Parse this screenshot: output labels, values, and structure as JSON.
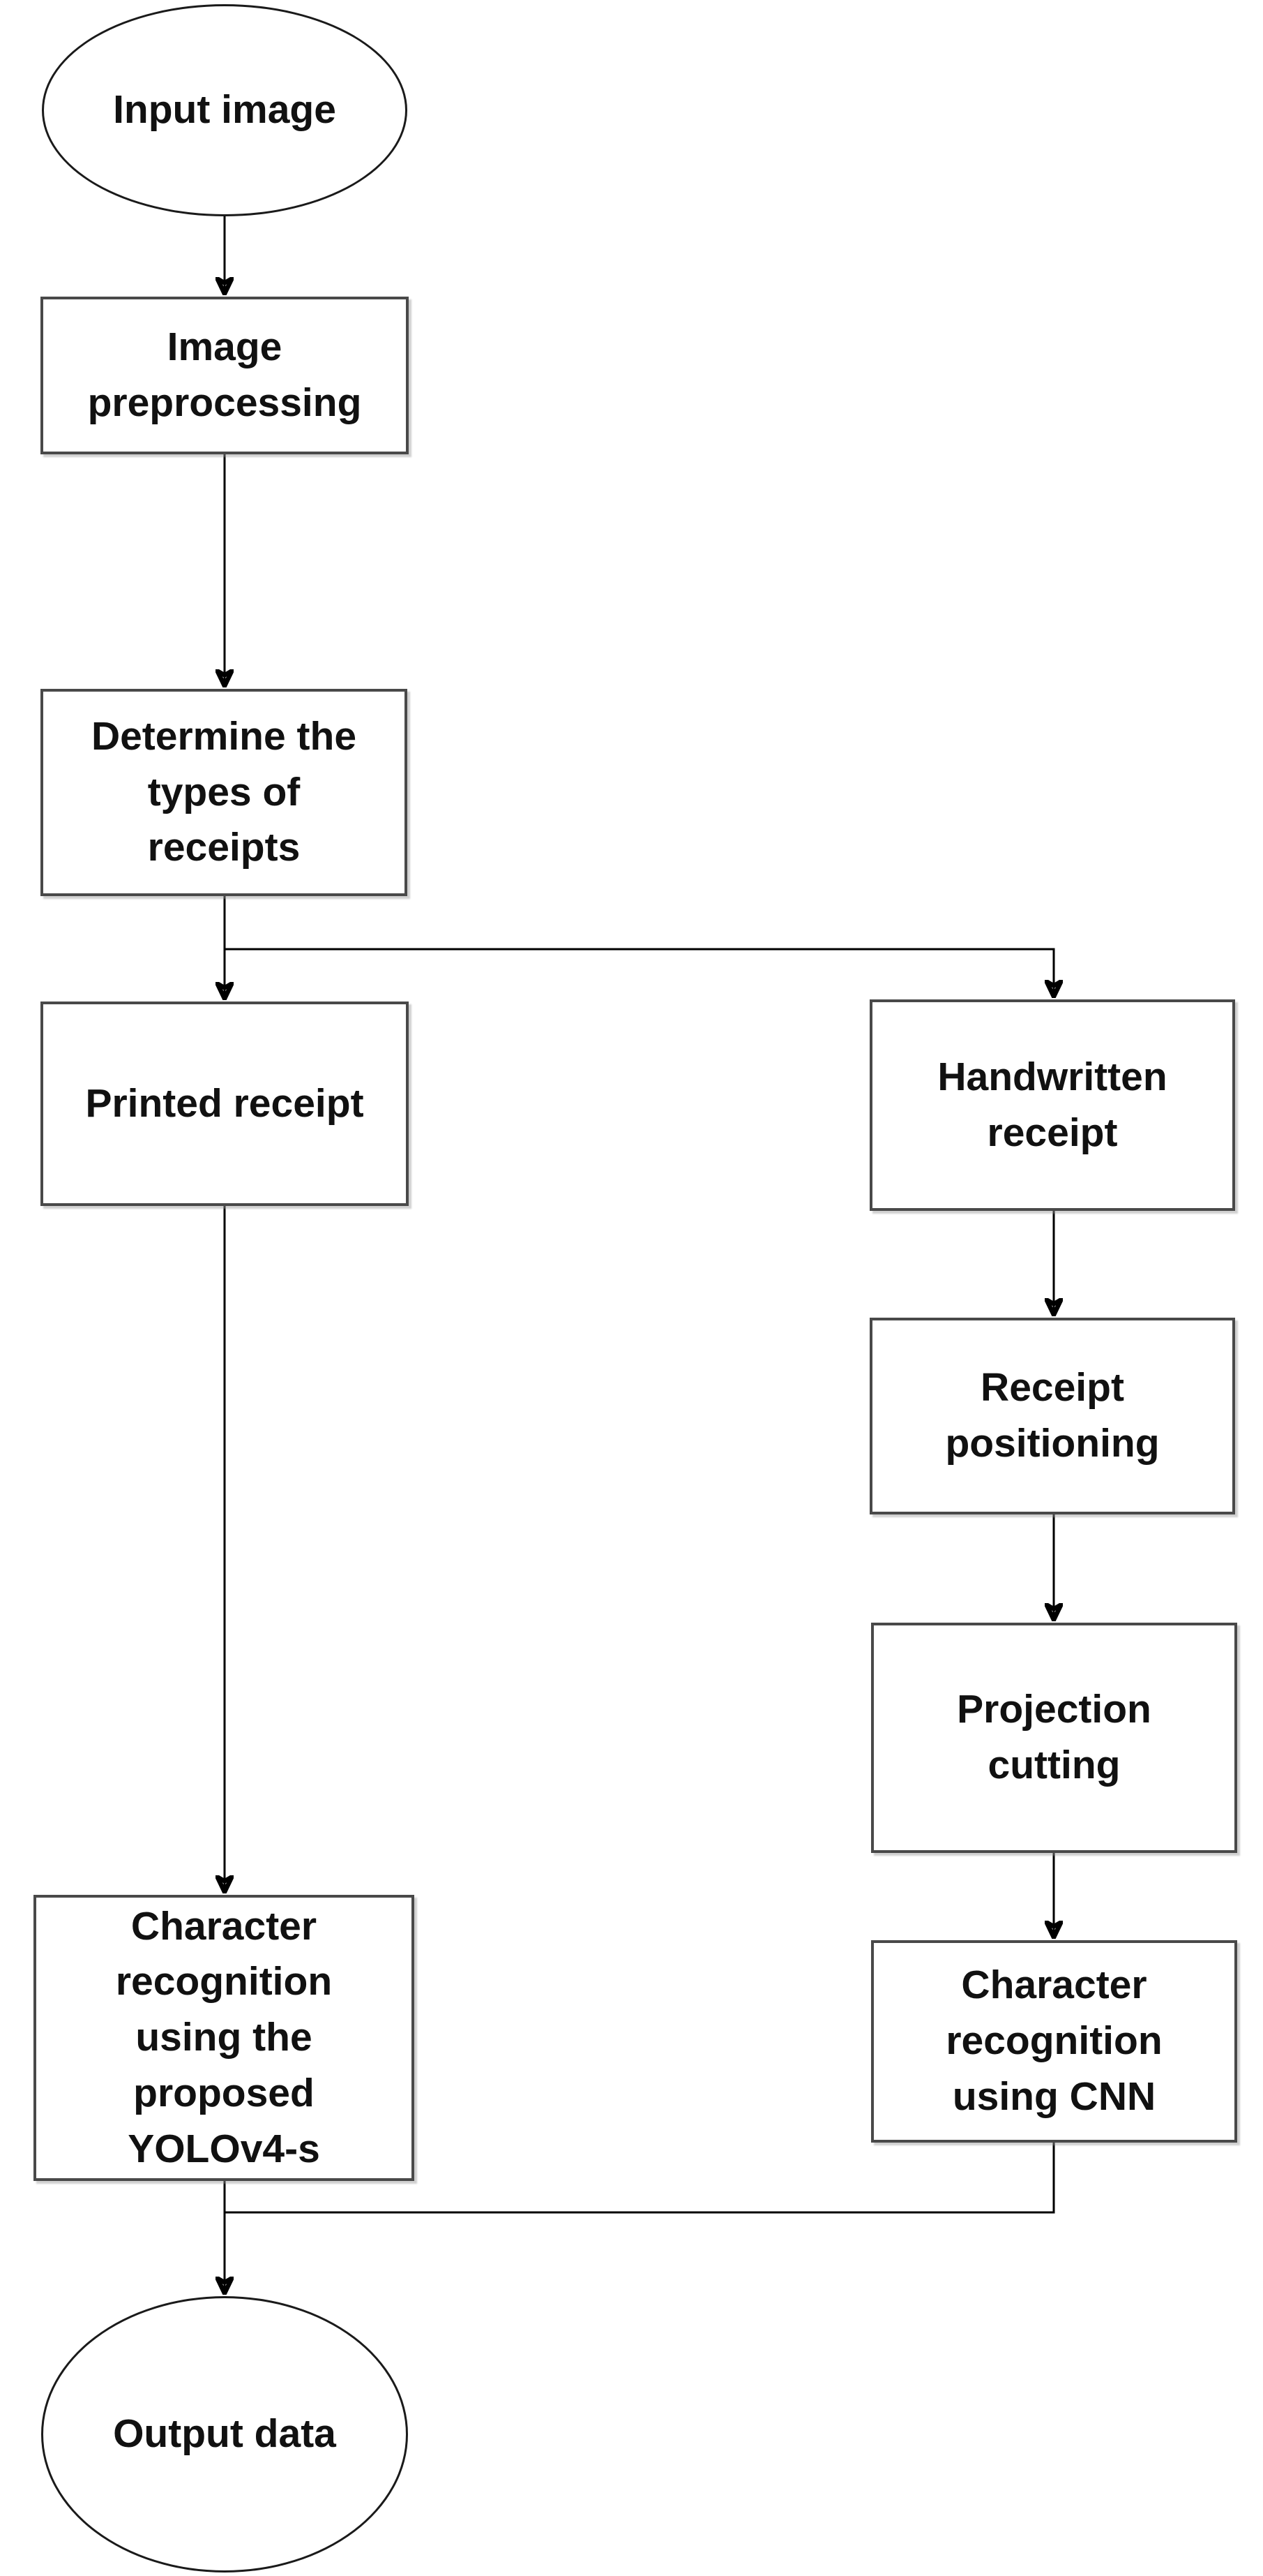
{
  "diagram": {
    "type": "flowchart",
    "description": "Receipt character recognition pipeline flowchart",
    "colors": {
      "background": "#ffffff",
      "node_bg": "#ffffff",
      "node_border": "#494949",
      "ellipse_border": "#1a1a1a",
      "connector": "#000000",
      "text": "#111111"
    },
    "nodes": {
      "input": {
        "shape": "ellipse",
        "label": "Input image"
      },
      "preprocess": {
        "shape": "rectangle",
        "label": "Image\npreprocessing"
      },
      "determine": {
        "shape": "rectangle",
        "label": "Determine the\ntypes of\nreceipts"
      },
      "printed": {
        "shape": "rectangle",
        "label": "Printed receipt"
      },
      "handwritten": {
        "shape": "rectangle",
        "label": "Handwritten\nreceipt"
      },
      "positioning": {
        "shape": "rectangle",
        "label": "Receipt\npositioning"
      },
      "projection": {
        "shape": "rectangle",
        "label": "Projection\ncutting"
      },
      "cnn": {
        "shape": "rectangle",
        "label": "Character\nrecognition\nusing CNN"
      },
      "yolo": {
        "shape": "rectangle",
        "label": "Character\nrecognition\nusing the\nproposed\nYOLOv4-s"
      },
      "output": {
        "shape": "ellipse",
        "label": "Output data"
      }
    },
    "edges": [
      {
        "from": "input",
        "to": "preprocess",
        "arrow": true
      },
      {
        "from": "preprocess",
        "to": "determine",
        "arrow": true
      },
      {
        "from": "determine",
        "to": "printed",
        "arrow": true
      },
      {
        "from": "determine",
        "to": "handwritten",
        "arrow": true
      },
      {
        "from": "printed",
        "to": "yolo",
        "arrow": true
      },
      {
        "from": "handwritten",
        "to": "positioning",
        "arrow": true
      },
      {
        "from": "positioning",
        "to": "projection",
        "arrow": true
      },
      {
        "from": "projection",
        "to": "cnn",
        "arrow": true
      },
      {
        "from": "yolo",
        "to": "output",
        "arrow": true
      },
      {
        "from": "cnn",
        "to": "output",
        "arrow": true
      }
    ]
  }
}
